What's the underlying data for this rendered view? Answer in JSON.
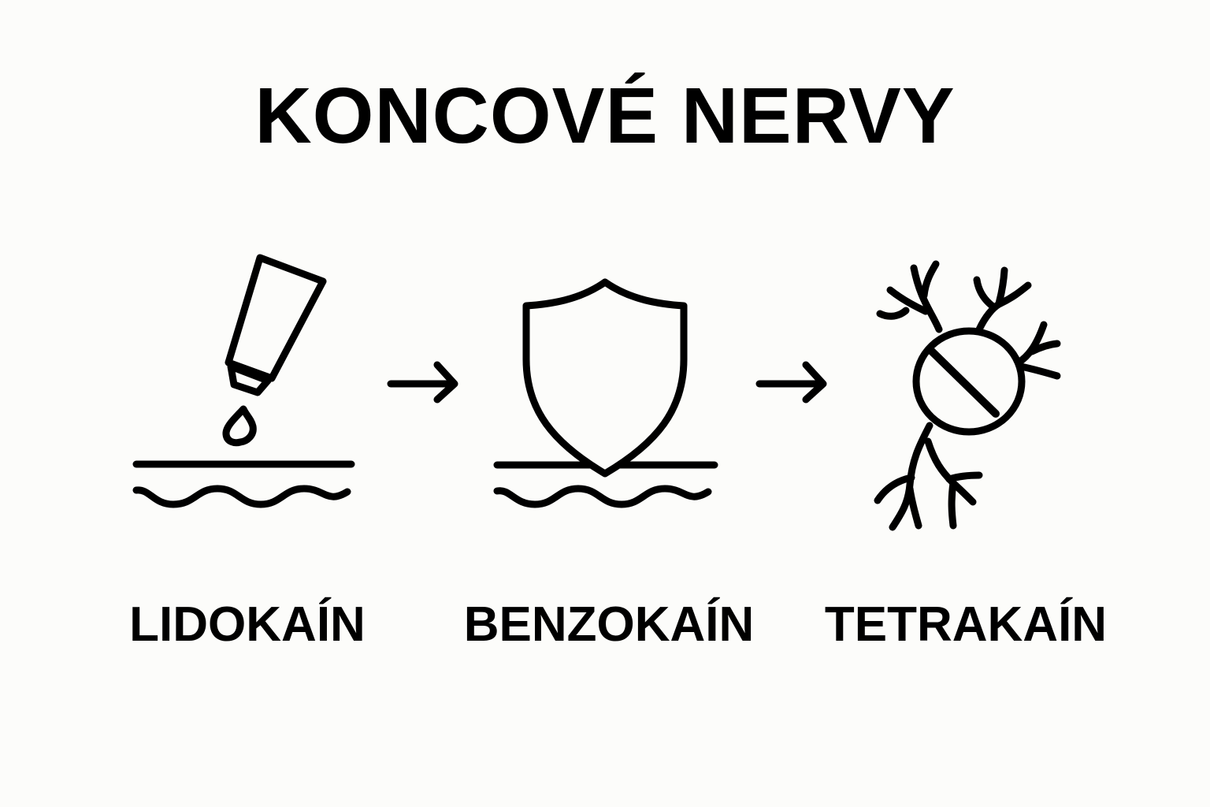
{
  "title": "KONCOVÉ NERVY",
  "steps": [
    {
      "label": "LIDOKAÍN",
      "icon": "ointment-tube-drop-on-skin-icon"
    },
    {
      "label": "BENZOKAÍN",
      "icon": "shield-on-skin-icon"
    },
    {
      "label": "TETRAKAÍN",
      "icon": "blocked-nerve-cell-icon"
    }
  ],
  "arrows": [
    "arrow-right-icon",
    "arrow-right-icon"
  ],
  "colors": {
    "ink": "#000000",
    "background": "#fcfcfa"
  }
}
